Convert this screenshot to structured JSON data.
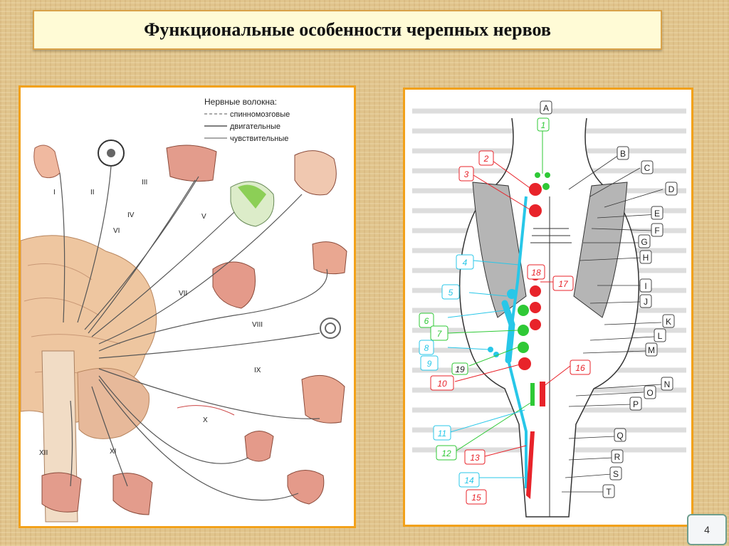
{
  "title": "Функциональные особенности черепных нервов",
  "page_number": "4",
  "legend": {
    "heading": "Нервные волокна:",
    "items": [
      "спинномозговые",
      "двигательные",
      "чувствительные"
    ]
  },
  "nerve_labels": [
    "I",
    "II",
    "III",
    "IV",
    "V",
    "VI",
    "VII",
    "VIII",
    "IX",
    "X",
    "XI",
    "XII"
  ],
  "letter_labels": [
    "A",
    "B",
    "C",
    "D",
    "E",
    "F",
    "G",
    "H",
    "I",
    "J",
    "K",
    "L",
    "M",
    "N",
    "O",
    "P",
    "Q",
    "R",
    "S",
    "T"
  ],
  "number_labels": [
    "1",
    "2",
    "3",
    "4",
    "5",
    "6",
    "7",
    "8",
    "9",
    "10",
    "11",
    "12",
    "13",
    "14",
    "15",
    "16",
    "17",
    "18",
    "19"
  ],
  "colors": {
    "accent_border": "#f2a11a",
    "motor": "#e8232a",
    "sensory": "#2fc936",
    "spinal": "#28c7e8"
  }
}
